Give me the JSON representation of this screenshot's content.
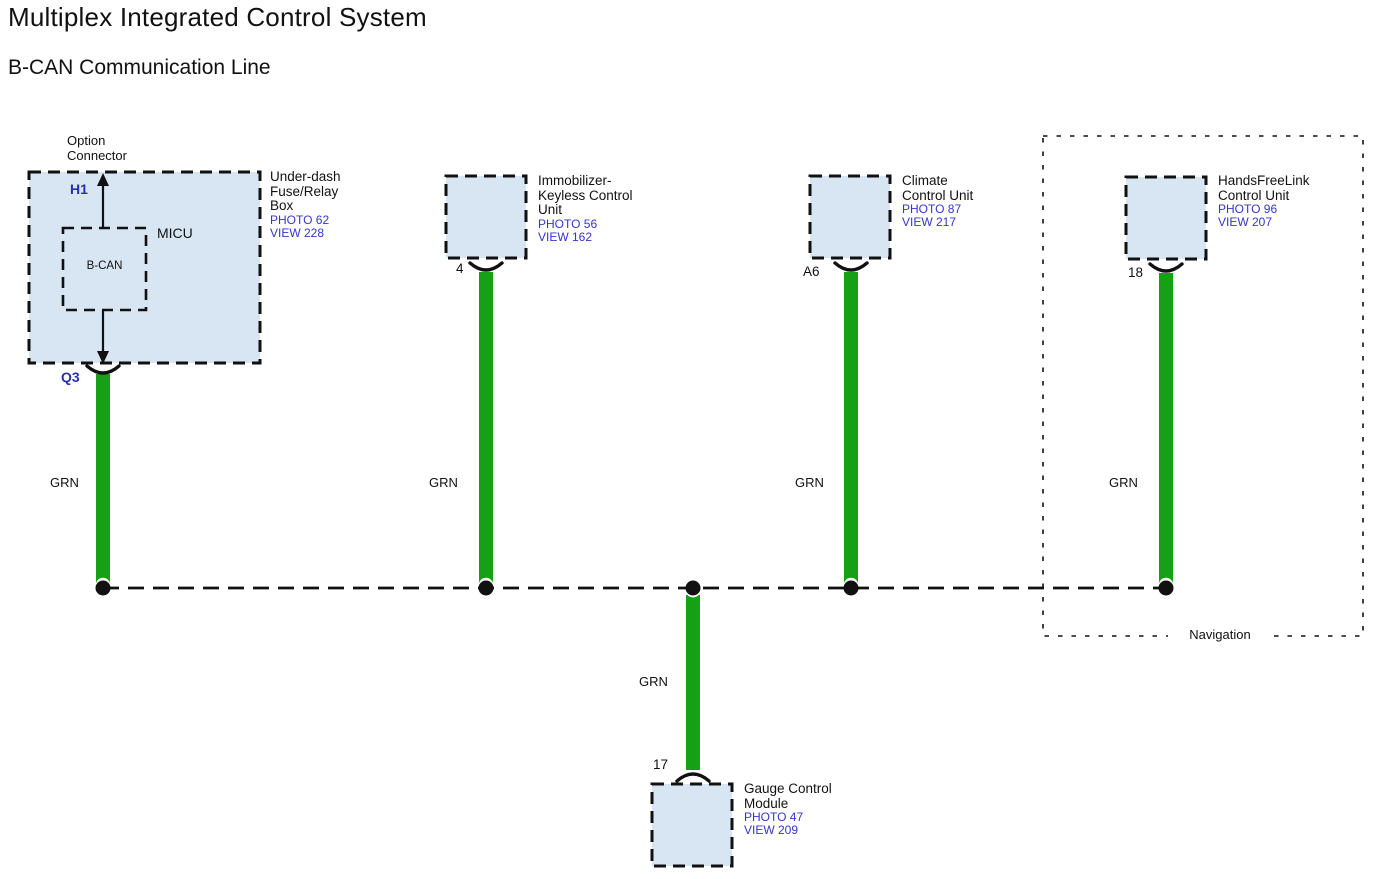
{
  "title": "Multiplex Integrated Control System",
  "subtitle": "B-CAN Communication Line",
  "colors": {
    "wire-green": "#15A015",
    "box-fill": "#D8E5F2",
    "link-blue": "#3535C7",
    "pin-blue": "#2633A8",
    "ink": "#121212"
  },
  "option_connector": {
    "line1": "Option",
    "line2": "Connector"
  },
  "micu": {
    "label": "MICU",
    "bcan_label": "B-CAN",
    "top_pin": "H1",
    "bottom_pin": "Q3"
  },
  "wire_label": "GRN",
  "units": [
    {
      "name_lines": [
        "Under-dash",
        "Fuse/Relay",
        "Box"
      ],
      "photo": "PHOTO 62",
      "view": "VIEW 228"
    },
    {
      "name_lines": [
        "Immobilizer-",
        "Keyless Control",
        "Unit"
      ],
      "photo": "PHOTO 56",
      "view": "VIEW 162",
      "pin": "4"
    },
    {
      "name_lines": [
        "Climate",
        "Control Unit"
      ],
      "photo": "PHOTO 87",
      "view": "VIEW 217",
      "pin": "A6"
    },
    {
      "name_lines": [
        "HandsFreeLink",
        "Control Unit"
      ],
      "photo": "PHOTO 96",
      "view": "VIEW 207",
      "pin": "18"
    },
    {
      "name_lines": [
        "Gauge Control",
        "Module"
      ],
      "photo": "PHOTO 47",
      "view": "VIEW 209",
      "pin": "17"
    }
  ],
  "navigation_label": "Navigation"
}
